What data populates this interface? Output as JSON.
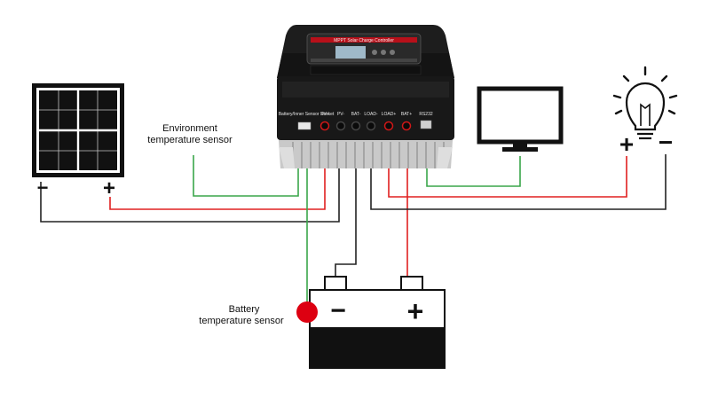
{
  "labels": {
    "env_sensor_line1": "Environment",
    "env_sensor_line2": "temperature sensor",
    "bat_sensor_line1": "Battery",
    "bat_sensor_line2": "temperature sensor"
  },
  "controller": {
    "title": "MPPT Solar Charge Controller",
    "terminals": [
      "Battery/Inner Sensor Socket",
      "PV+",
      "PV-",
      "BAT-",
      "LOAD-",
      "LOAD+",
      "BAT+",
      "RS232"
    ]
  },
  "solar_panel": {
    "minus": "−",
    "plus": "+"
  },
  "lamp": {
    "plus": "+",
    "minus": "−"
  },
  "battery": {
    "minus": "−",
    "plus": "+"
  },
  "colors": {
    "red_wire": "#e02020",
    "black_wire": "#222222",
    "green_wire": "#3aa64a",
    "sensor_red": "#dd0011",
    "controller_body": "#1d1d1d"
  }
}
